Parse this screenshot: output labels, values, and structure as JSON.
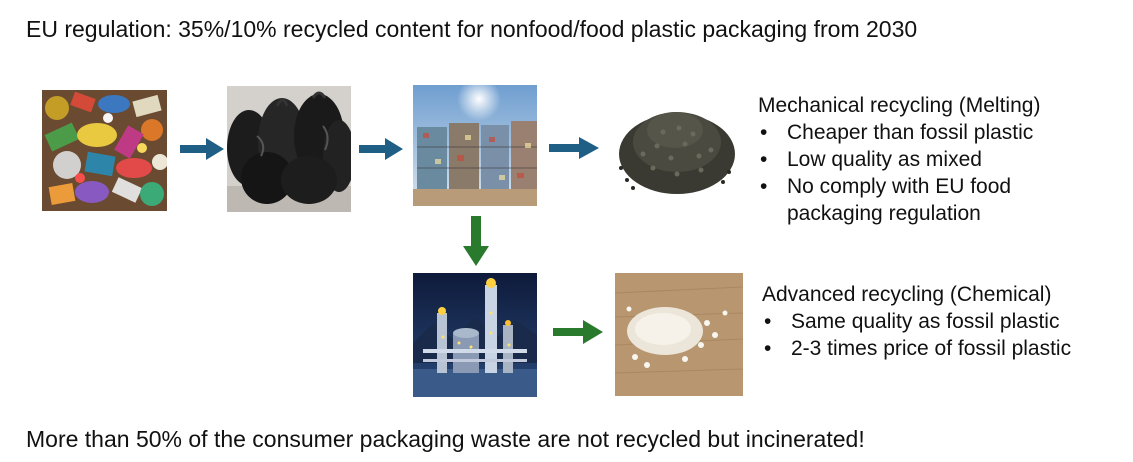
{
  "title": "EU regulation: 35%/10% recycled content for nonfood/food plastic packaging from 2030",
  "mechanical": {
    "heading": "Mechanical recycling (Melting)",
    "bullets": [
      "Cheaper than fossil plastic",
      "Low quality as mixed",
      "No comply with EU food packaging regulation"
    ]
  },
  "advanced": {
    "heading": "Advanced recycling (Chemical)",
    "bullets": [
      "Same quality as fossil plastic",
      "2-3 times price of fossil plastic"
    ]
  },
  "footer": "More than 50% of the consumer packaging waste are not recycled but incinerated!",
  "colors": {
    "mechanical_arrow": "#1f5f86",
    "chemical_arrow": "#2a7a2e"
  }
}
